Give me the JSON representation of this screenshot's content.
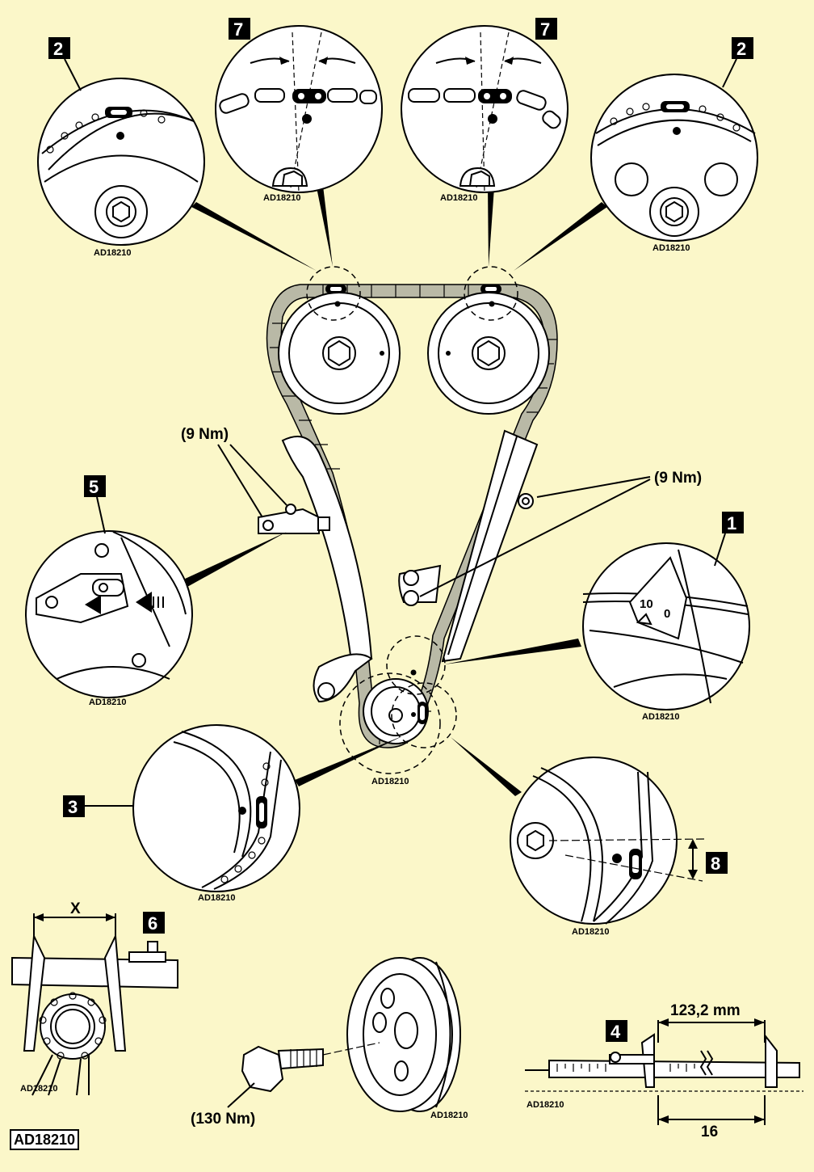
{
  "figure": {
    "ref_code": "AD18210",
    "torque": {
      "small_a": "(9 Nm)",
      "small_b": "(9 Nm)",
      "crank_bolt": "(130 Nm)"
    },
    "dimensions": {
      "x_label": "X",
      "caliper_length": "123,2 mm",
      "caliper_offset": "16"
    },
    "marks": {
      "timing_10": "10",
      "timing_0": "0"
    },
    "badges": [
      "1",
      "2",
      "2",
      "3",
      "4",
      "5",
      "6",
      "7",
      "7",
      "8"
    ]
  }
}
